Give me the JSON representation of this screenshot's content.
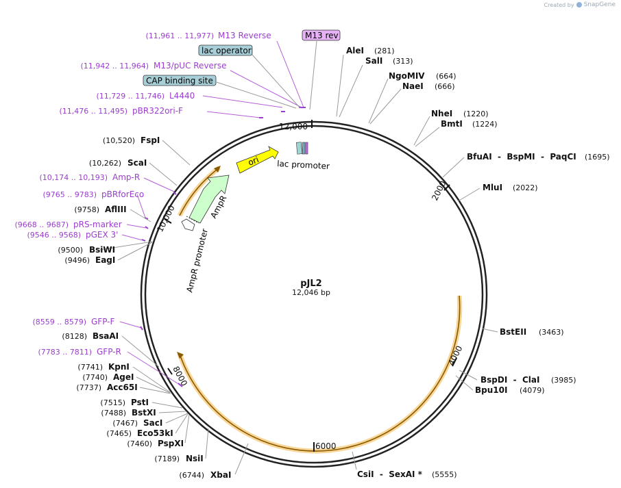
{
  "watermark": {
    "prefix": "Created by",
    "product": "SnapGene",
    "logo_icon": "snapgene-logo-icon"
  },
  "plasmid": {
    "name": "pJL2",
    "size_label": "12,046 bp",
    "length": 12046
  },
  "ticks": [
    "2000",
    "4000",
    "6000",
    "8000",
    "10,000",
    "12,000"
  ],
  "features_on_map": {
    "ori": "ori",
    "ampr": "AmpR",
    "ampr_promoter": "AmpR promoter",
    "lac_promoter": "lac promoter"
  },
  "boxed_labels": {
    "m13_rev": "M13 rev",
    "lac_operator": "lac operator",
    "cap_site": "CAP binding site"
  },
  "primers": [
    {
      "range": "(11,961 .. 11,977)",
      "name": "M13 Reverse"
    },
    {
      "range": "(11,942 .. 11,964)",
      "name": "M13/pUC Reverse"
    },
    {
      "range": "(11,729 .. 11,746)",
      "name": "L4440"
    },
    {
      "range": "(11,476 .. 11,495)",
      "name": "pBR322ori-F"
    },
    {
      "range": "(10,174 .. 10,193)",
      "name": "Amp-R"
    },
    {
      "range": "(9765 .. 9783)",
      "name": "pBRforEco"
    },
    {
      "range": "(9668 .. 9687)",
      "name": "pRS-marker"
    },
    {
      "range": "(9546 .. 9568)",
      "name": "pGEX 3'"
    },
    {
      "range": "(8559 .. 8579)",
      "name": "GFP-F"
    },
    {
      "range": "(7783 .. 7811)",
      "name": "GFP-R"
    }
  ],
  "enzymes_right": [
    {
      "name": "AleI",
      "pos": "(281)"
    },
    {
      "name": "SalI",
      "pos": "(313)"
    },
    {
      "name": "NgoMIV",
      "pos": "(664)"
    },
    {
      "name": "NaeI",
      "pos": "(666)"
    },
    {
      "name": "NheI",
      "pos": "(1220)"
    },
    {
      "name": "BmtI",
      "pos": "(1224)"
    },
    {
      "name": "BfuAI  -  BspMI  -  PaqCI",
      "pos": "(1695)"
    },
    {
      "name": "MluI",
      "pos": "(2022)"
    },
    {
      "name": "BstEII",
      "pos": "(3463)"
    },
    {
      "name": "BspDI  -  ClaI",
      "pos": "(3985)"
    },
    {
      "name": "Bpu10I",
      "pos": "(4079)"
    },
    {
      "name": "CsiI  -  SexAI *",
      "pos": "(5555)"
    }
  ],
  "enzymes_left": [
    {
      "pos": "(10,520)",
      "name": "FspI"
    },
    {
      "pos": "(10,262)",
      "name": "ScaI"
    },
    {
      "pos": "(9758)",
      "name": "AflIII"
    },
    {
      "pos": "(9500)",
      "name": "BsiWI"
    },
    {
      "pos": "(9496)",
      "name": "EagI"
    },
    {
      "pos": "(8128)",
      "name": "BsaAI"
    },
    {
      "pos": "(7741)",
      "name": "KpnI"
    },
    {
      "pos": "(7740)",
      "name": "AgeI"
    },
    {
      "pos": "(7737)",
      "name": "Acc65I"
    },
    {
      "pos": "(7515)",
      "name": "PstI"
    },
    {
      "pos": "(7488)",
      "name": "BstXI"
    },
    {
      "pos": "(7467)",
      "name": "SacI"
    },
    {
      "pos": "(7465)",
      "name": "Eco53kI"
    },
    {
      "pos": "(7460)",
      "name": "PspXI"
    },
    {
      "pos": "(7189)",
      "name": "NsiI"
    },
    {
      "pos": "(6744)",
      "name": "XbaI"
    }
  ],
  "colors": {
    "backbone": "#222222",
    "primer": "#9b3dcf",
    "ori_fill": "#ffff00",
    "ampr_fill": "#ccffcc",
    "orf_halo": "#f5c56b",
    "orf_line": "#8a5a00",
    "box_fill": "#a8cfd8",
    "m13_box_fill": "#e5b3f5"
  }
}
